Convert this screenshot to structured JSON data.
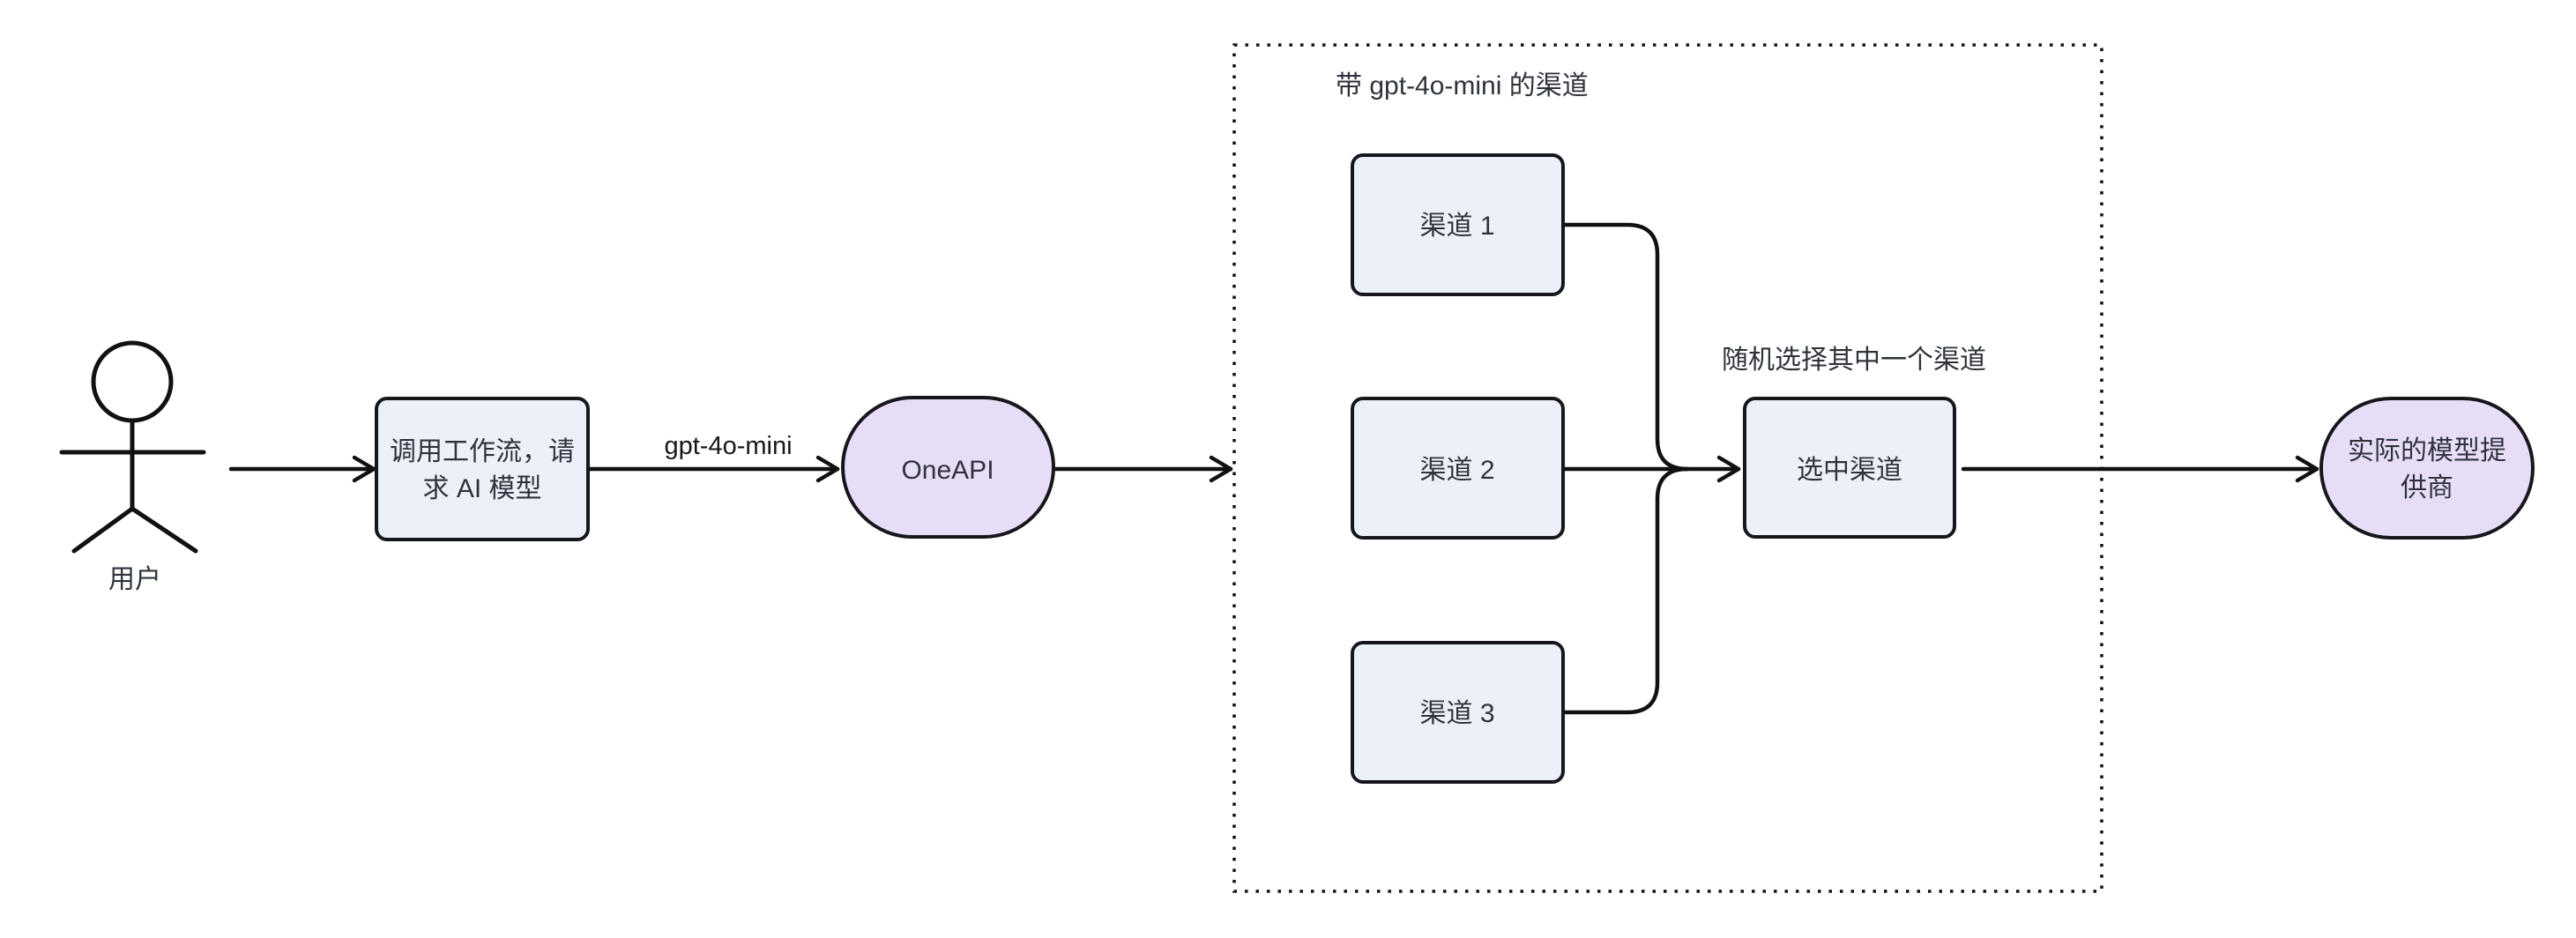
{
  "diagram": {
    "background_color": "#ffffff",
    "line_color": "#111111",
    "rect_fill_color": "#ECF1F9",
    "stadium_fill_color": "#E7DDF7",
    "text_color": "#2f333c",
    "actor": {
      "label": "用户"
    },
    "nodes": {
      "workflow": {
        "lines": [
          "调用工作流，请",
          "求 AI 模型"
        ]
      },
      "oneapi": {
        "label": "OneAPI"
      },
      "channel1": {
        "label": "渠道 1"
      },
      "channel2": {
        "label": "渠道 2"
      },
      "channel3": {
        "label": "渠道 3"
      },
      "selected": {
        "label": "选中渠道"
      },
      "provider": {
        "lines": [
          "实际的模型提",
          "供商"
        ]
      }
    },
    "subgraph": {
      "title": "带 gpt-4o-mini 的渠道"
    },
    "edge_labels": {
      "model": "gpt-4o-mini",
      "random_pick": "随机选择其中一个渠道"
    }
  }
}
